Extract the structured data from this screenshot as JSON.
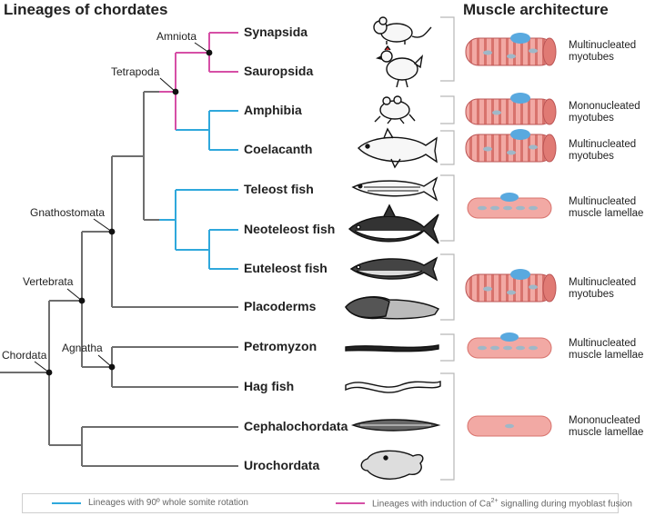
{
  "titles": {
    "left": "Lineages of chordates",
    "right": "Muscle architecture"
  },
  "colors": {
    "tree": "#6e6e6e",
    "somite_rotation": "#2fa8dc",
    "ca_signalling": "#d64fa6",
    "muscle_fill": "#f2a9a4",
    "muscle_stripe": "#d8736d",
    "nucleus": "#9fb8c8",
    "satellite_cell": "#59a9df"
  },
  "taxa": [
    {
      "name": "Synapsida",
      "animal_icon": "mouse-icon"
    },
    {
      "name": "Sauropsida",
      "animal_icon": "chicken-icon"
    },
    {
      "name": "Amphibia",
      "animal_icon": "frog-icon"
    },
    {
      "name": "Coelacanth",
      "animal_icon": "coelacanth-icon"
    },
    {
      "name": "Teleost fish",
      "animal_icon": "zebrafish-icon"
    },
    {
      "name": "Neoteleost fish",
      "animal_icon": "tuna-icon"
    },
    {
      "name": "Euteleost fish",
      "animal_icon": "salmon-icon"
    },
    {
      "name": "Placoderms",
      "animal_icon": "placoderm-icon"
    },
    {
      "name": "Petromyzon",
      "animal_icon": "lamprey-icon"
    },
    {
      "name": "Hag fish",
      "animal_icon": "hagfish-icon"
    },
    {
      "name": "Cephalochordata",
      "animal_icon": "amphioxus-icon"
    },
    {
      "name": "Urochordata",
      "animal_icon": "sea-squirt-icon"
    }
  ],
  "nodes": [
    "Amniota",
    "Tetrapoda",
    "Gnathostomata",
    "Vertebrata",
    "Agnatha",
    "Chordata"
  ],
  "muscle_groups": [
    {
      "line1": "Multinucleated",
      "line2": "myotubes",
      "type": "striated-fiber"
    },
    {
      "line1": "Mononucleated",
      "line2": "myotubes",
      "type": "striated-fiber"
    },
    {
      "line1": "Multinucleated",
      "line2": "myotubes",
      "type": "striated-fiber"
    },
    {
      "line1": "Multinucleated",
      "line2": "muscle lamellae",
      "type": "lamella"
    },
    {
      "line1": "Multinucleated",
      "line2": "myotubes",
      "type": "striated-fiber"
    },
    {
      "line1": "Multinucleated",
      "line2": "muscle lamellae",
      "type": "lamella"
    },
    {
      "line1": "Mononucleated",
      "line2": "muscle lamellae",
      "type": "lamella-plain"
    }
  ],
  "legend": {
    "blue_label": "Lineages with 90º whole somite rotation",
    "pink_label_pre": "Lineages with induction of Ca",
    "pink_label_sup": "2+",
    "pink_label_post": " signalling during myoblast fusion"
  }
}
